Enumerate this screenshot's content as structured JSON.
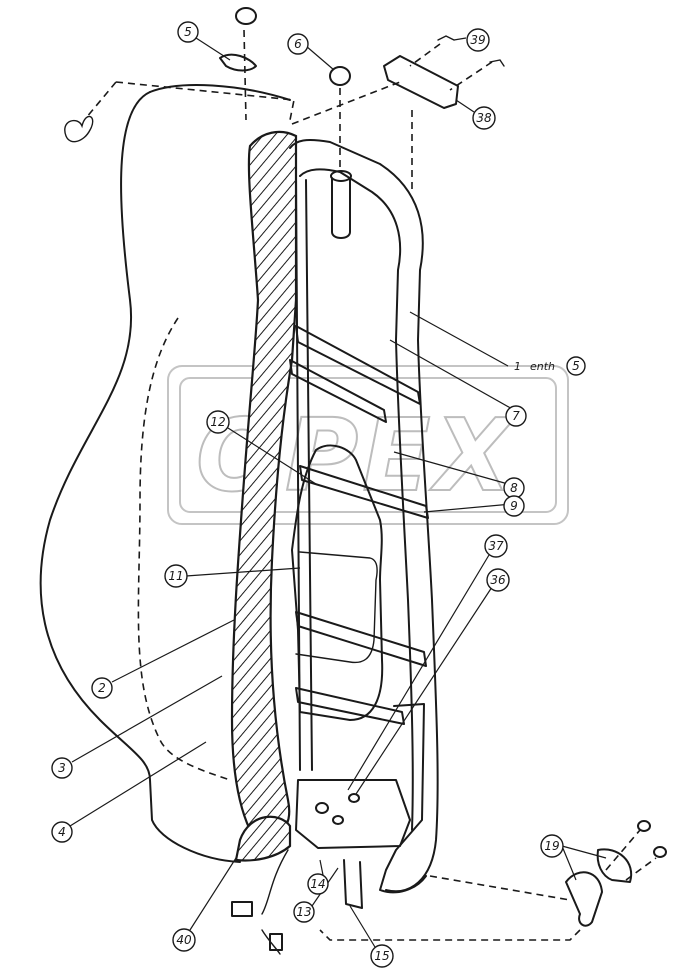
{
  "watermark": "OPEX",
  "note": {
    "prefix": "1",
    "text": "enth",
    "ref": "5"
  },
  "callouts": [
    {
      "id": "c5",
      "label": "5"
    },
    {
      "id": "c6",
      "label": "6"
    },
    {
      "id": "c39",
      "label": "39"
    },
    {
      "id": "c38",
      "label": "38"
    },
    {
      "id": "c7",
      "label": "7"
    },
    {
      "id": "c12",
      "label": "12"
    },
    {
      "id": "c8",
      "label": "8"
    },
    {
      "id": "c9",
      "label": "9"
    },
    {
      "id": "c11",
      "label": "11"
    },
    {
      "id": "c37",
      "label": "37"
    },
    {
      "id": "c36",
      "label": "36"
    },
    {
      "id": "c2",
      "label": "2"
    },
    {
      "id": "c3",
      "label": "3"
    },
    {
      "id": "c4",
      "label": "4"
    },
    {
      "id": "c19",
      "label": "19"
    },
    {
      "id": "c14",
      "label": "14"
    },
    {
      "id": "c13",
      "label": "13"
    },
    {
      "id": "c40",
      "label": "40"
    },
    {
      "id": "c15",
      "label": "15"
    }
  ]
}
